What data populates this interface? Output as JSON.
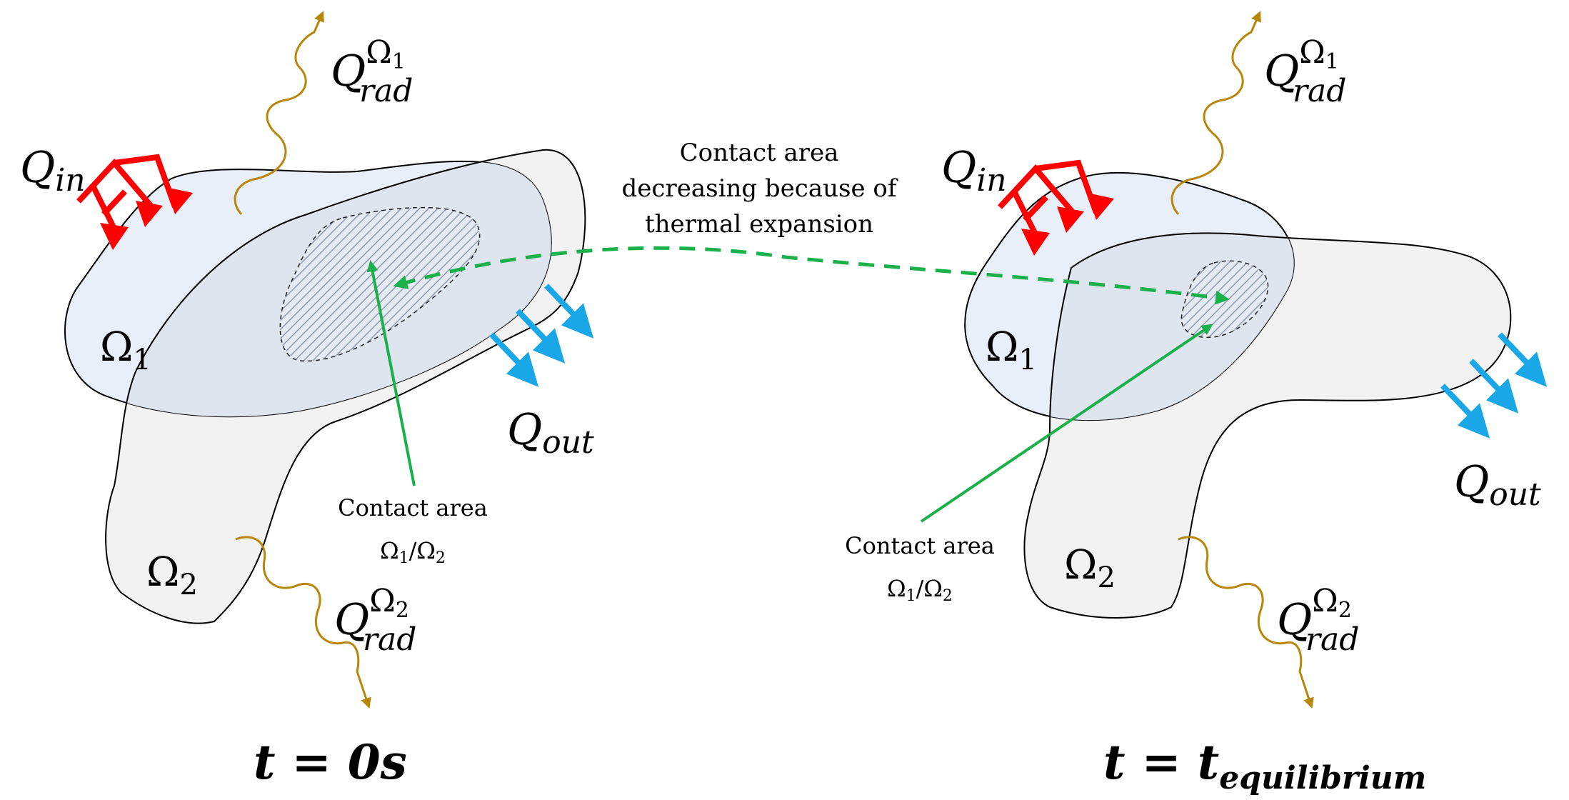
{
  "colors": {
    "omega1_fill": "#e9eff8",
    "omega2_fill": "#f2f2f2",
    "overlap_fill": "#e0e6f0",
    "outline": "#000000",
    "heat_in": "#ff0000",
    "heat_out": "#1aa7e8",
    "radiation": "#b8860b",
    "contact_pointer": "#1ab04a",
    "hatch": "#8e9ab5"
  },
  "icons": {
    "heat_in": "red-double-arrow-icon",
    "heat_out": "blue-arrow-icon",
    "radiation": "wavy-arrow-icon"
  },
  "left_state": {
    "q_in": {
      "base": "Q",
      "sub": "in"
    },
    "q_out": {
      "base": "Q",
      "sub": "out"
    },
    "q_rad_omega1": {
      "base": "Q",
      "sub": "rad",
      "sup": "Ω",
      "sup_sub": "1"
    },
    "q_rad_omega2": {
      "base": "Q",
      "sub": "rad",
      "sup": "Ω",
      "sup_sub": "2"
    },
    "omega1": {
      "base": "Ω",
      "sub": "1"
    },
    "omega2": {
      "base": "Ω",
      "sub": "2"
    },
    "contact_label_line1": "Contact area",
    "contact_label_line2": {
      "a": "Ω",
      "a_sub": "1",
      "slash": "/",
      "b": "Ω",
      "b_sub": "2"
    },
    "time": {
      "base": "t = 0s"
    }
  },
  "right_state": {
    "q_in": {
      "base": "Q",
      "sub": "in"
    },
    "q_out": {
      "base": "Q",
      "sub": "out"
    },
    "q_rad_omega1": {
      "base": "Q",
      "sub": "rad",
      "sup": "Ω",
      "sup_sub": "1"
    },
    "q_rad_omega2": {
      "base": "Q",
      "sub": "rad",
      "sup": "Ω",
      "sup_sub": "2"
    },
    "omega1": {
      "base": "Ω",
      "sub": "1"
    },
    "omega2": {
      "base": "Ω",
      "sub": "2"
    },
    "contact_label_line1": "Contact area",
    "contact_label_line2": {
      "a": "Ω",
      "a_sub": "1",
      "slash": "/",
      "b": "Ω",
      "b_sub": "2"
    },
    "time": {
      "base": "t = t",
      "sub": "equilibrium"
    }
  },
  "annotation": {
    "line1": "Contact area",
    "line2": "decreasing because of",
    "line3": "thermal expansion"
  }
}
